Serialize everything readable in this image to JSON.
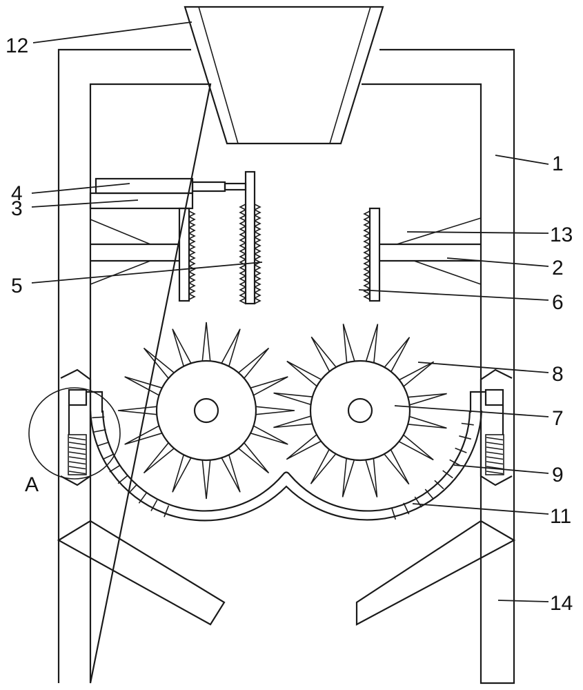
{
  "labels": {
    "l1": "1",
    "l2": "2",
    "l3": "3",
    "l4": "4",
    "l5": "5",
    "l6": "6",
    "l7": "7",
    "l8": "8",
    "l9": "9",
    "l11": "11",
    "l12": "12",
    "l13": "13",
    "l14": "14",
    "detail": "A"
  }
}
